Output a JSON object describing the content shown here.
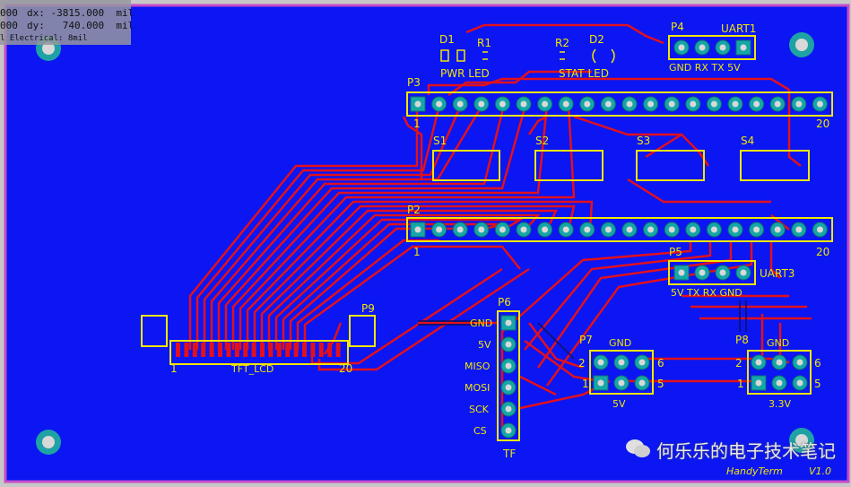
{
  "hud": {
    "line1_left": "000",
    "line1_right": "dx: -3815.000  mil",
    "line2_left": "000",
    "line2_right": "dy:   740.000  mil",
    "line3": "l Electrical: 8mil"
  },
  "components": {
    "d1": "D1",
    "r1": "R1",
    "r2": "R2",
    "d2": "D2",
    "pwr_led": "PWR  LED",
    "stat_led": "STAT  LED",
    "p4": "P4",
    "uart1": "UART1",
    "p4_pins": "GND  RX  TX  5V",
    "p3": "P3",
    "p3_pin1": "1",
    "p3_pin20": "20",
    "s1": "S1",
    "s2": "S2",
    "s3": "S3",
    "s4": "S4",
    "p2": "P2",
    "p2_pin1": "1",
    "p2_pin20": "20",
    "p5": "P5",
    "uart3": "UART3",
    "p5_pins": "5V  TX  RX  GND",
    "p6": "P6",
    "p6_pins": [
      "GND",
      "5V",
      "MISO",
      "MOSI",
      "SCK",
      "CS"
    ],
    "tf": "TF",
    "p7": "P7",
    "p7_gnd": "GND",
    "p7_2": "2",
    "p7_6": "6",
    "p7_1": "1",
    "p7_5": "5",
    "p7_v": "5V",
    "p8": "P8",
    "p8_gnd": "GND",
    "p8_2": "2",
    "p8_6": "6",
    "p8_1": "1",
    "p8_5": "5",
    "p8_v": "3.3V",
    "tft_lcd": "TFT_LCD",
    "lcd_pin1": "1",
    "lcd_pin20": "20",
    "p9": "P9",
    "board_name": "HandyTerm",
    "version": "V1.0"
  },
  "watermark": "何乐乐的电子技术笔记",
  "colors": {
    "board": "#0b16f3",
    "trace": "#e3101c",
    "silkscreen": "#f2e600",
    "pad": "#15a7a8",
    "outline": "#c64cc8"
  }
}
